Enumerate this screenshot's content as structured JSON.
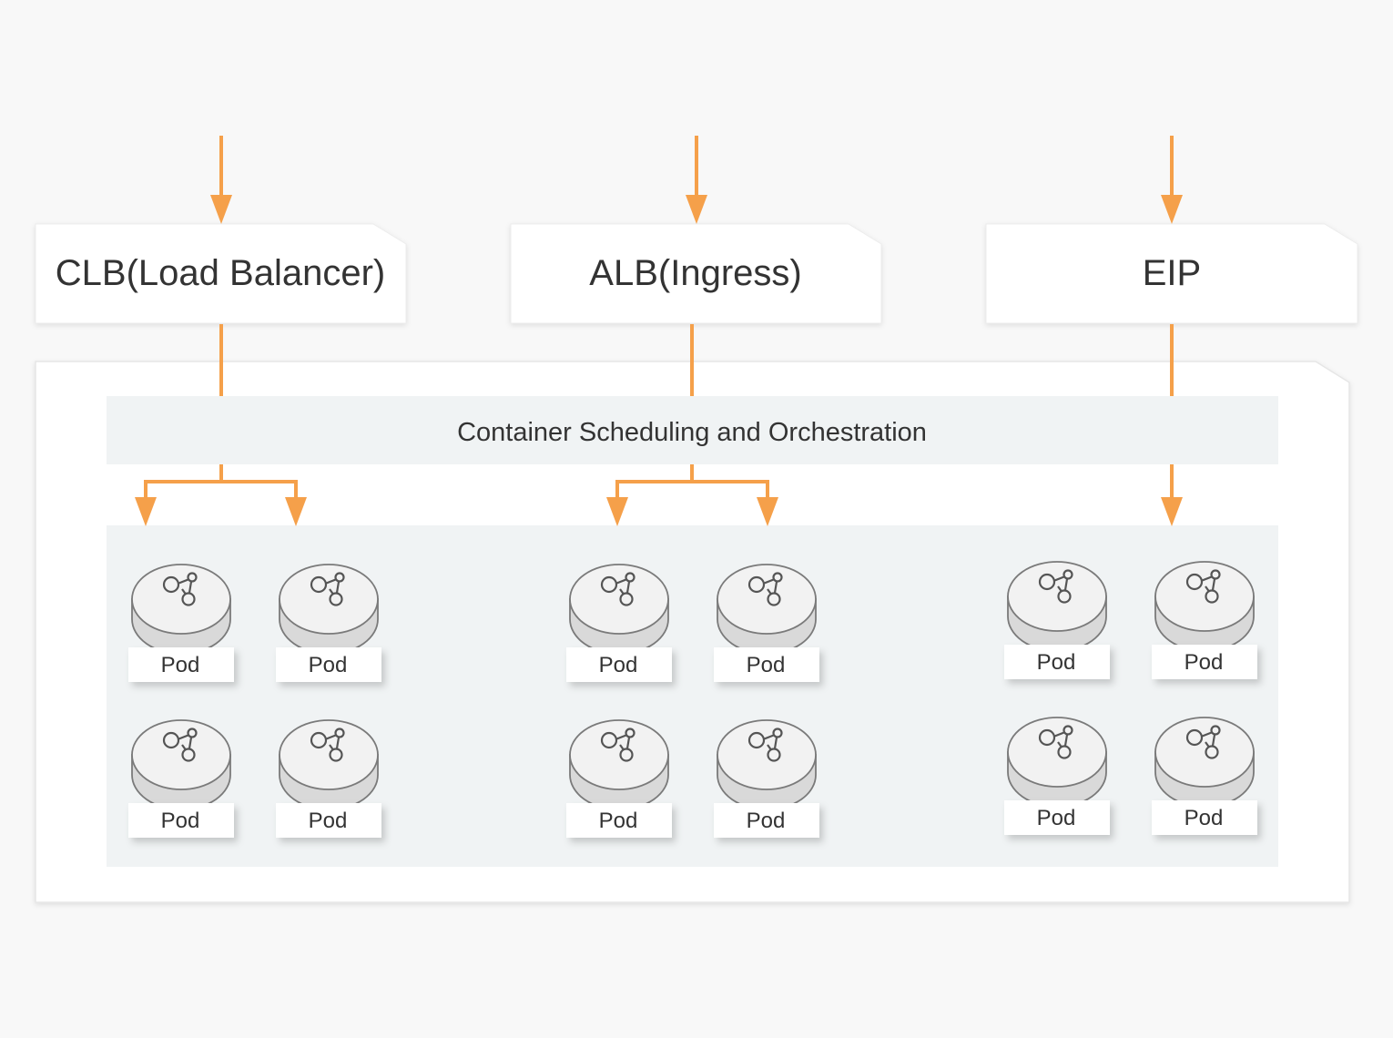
{
  "load_balancers": [
    {
      "id": "clb",
      "label": "CLB(Load Balancer)"
    },
    {
      "id": "alb",
      "label": "ALB(Ingress)"
    },
    {
      "id": "eip",
      "label": "EIP"
    }
  ],
  "scheduler": {
    "label": "Container Scheduling and Orchestration"
  },
  "pod_groups": [
    {
      "group": "clb",
      "pods": [
        "Pod",
        "Pod",
        "Pod",
        "Pod"
      ]
    },
    {
      "group": "alb",
      "pods": [
        "Pod",
        "Pod",
        "Pod",
        "Pod"
      ]
    },
    {
      "group": "eip",
      "pods": [
        "Pod",
        "Pod",
        "Pod",
        "Pod"
      ]
    }
  ],
  "colors": {
    "arrow": "#f5a04a",
    "box_fill": "#ffffff",
    "band_fill": "#f0f3f4",
    "pod_top": "#f2f2f2",
    "pod_side": "#d9d9d9",
    "pod_stroke": "#7a7a7a",
    "text": "#333333"
  },
  "icons": {
    "pod_icon": "network-nodes-icon"
  }
}
